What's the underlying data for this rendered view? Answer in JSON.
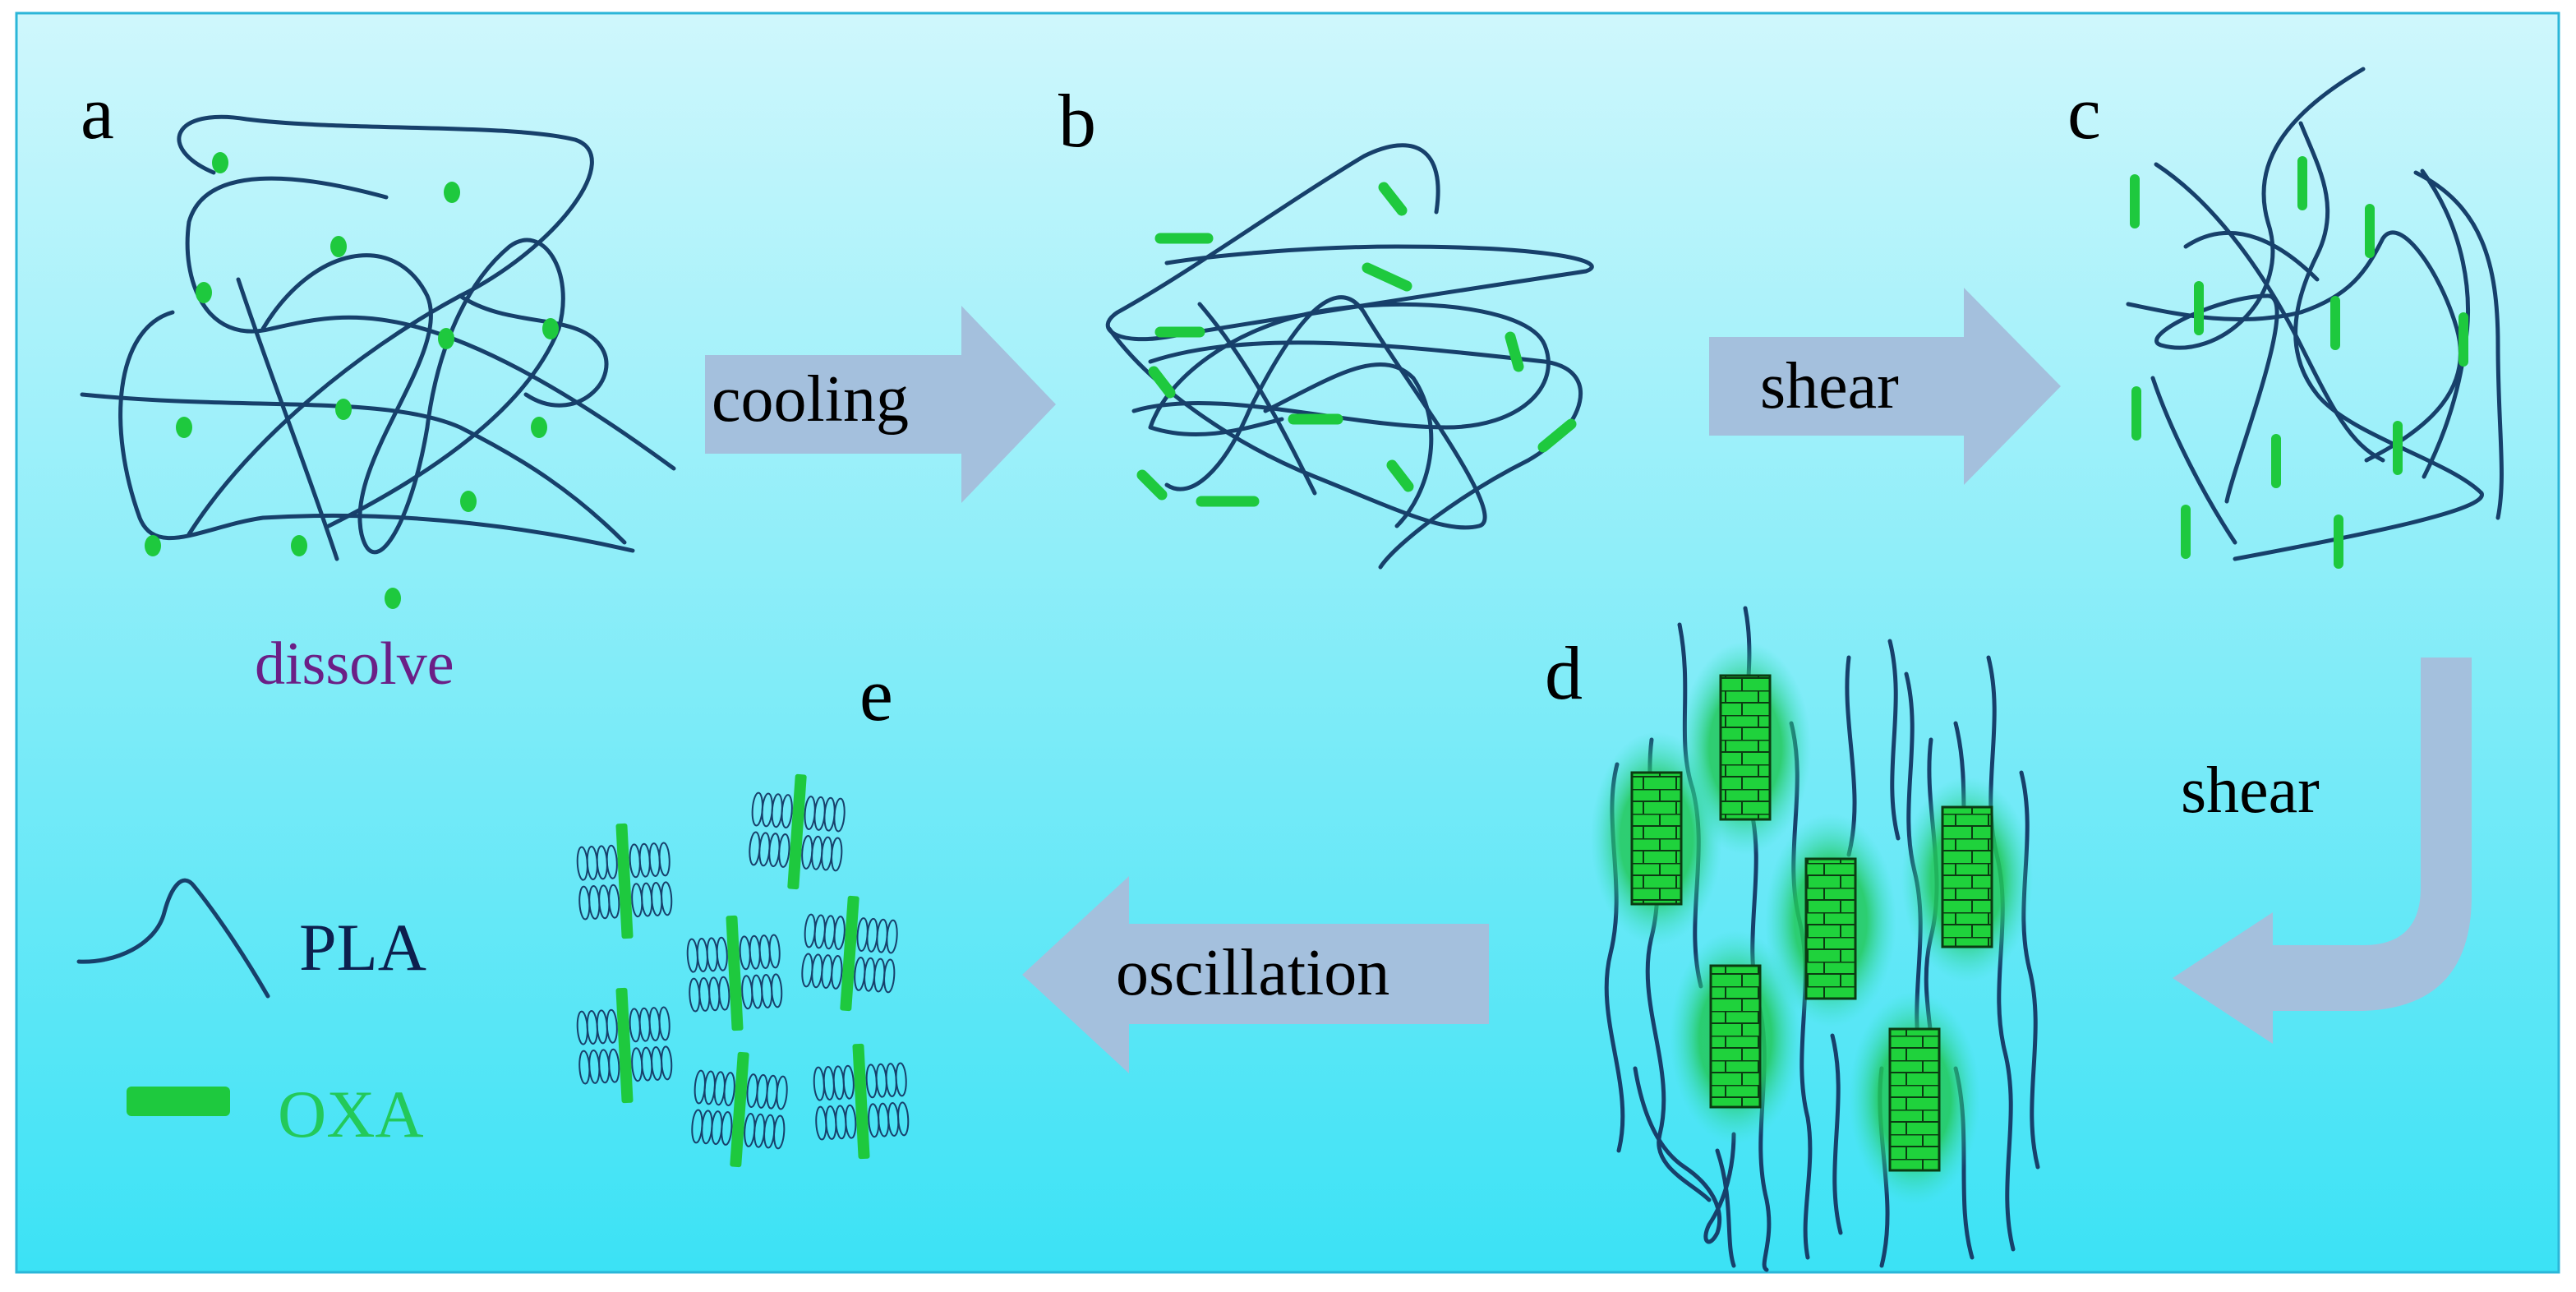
{
  "panels": {
    "a": "a",
    "b": "b",
    "c": "c",
    "d": "d",
    "e": "e"
  },
  "labels": {
    "dissolve": "dissolve",
    "cooling": "cooling",
    "shear_top": "shear",
    "shear_right": "shear",
    "oscillation": "oscillation"
  },
  "legend": {
    "pla": "PLA",
    "oxa": "OXA"
  },
  "colors": {
    "background_top": "#cdf6fb",
    "background_bottom": "#3de3f5",
    "frame": "#2bb6d8",
    "chain": "#17406b",
    "oxa": "#1ec93e",
    "arrow": "#a4c0dd",
    "dissolve_text": "#6b1f86",
    "pla_text": "#0d1f4e",
    "oxa_text": "#23c95a"
  }
}
